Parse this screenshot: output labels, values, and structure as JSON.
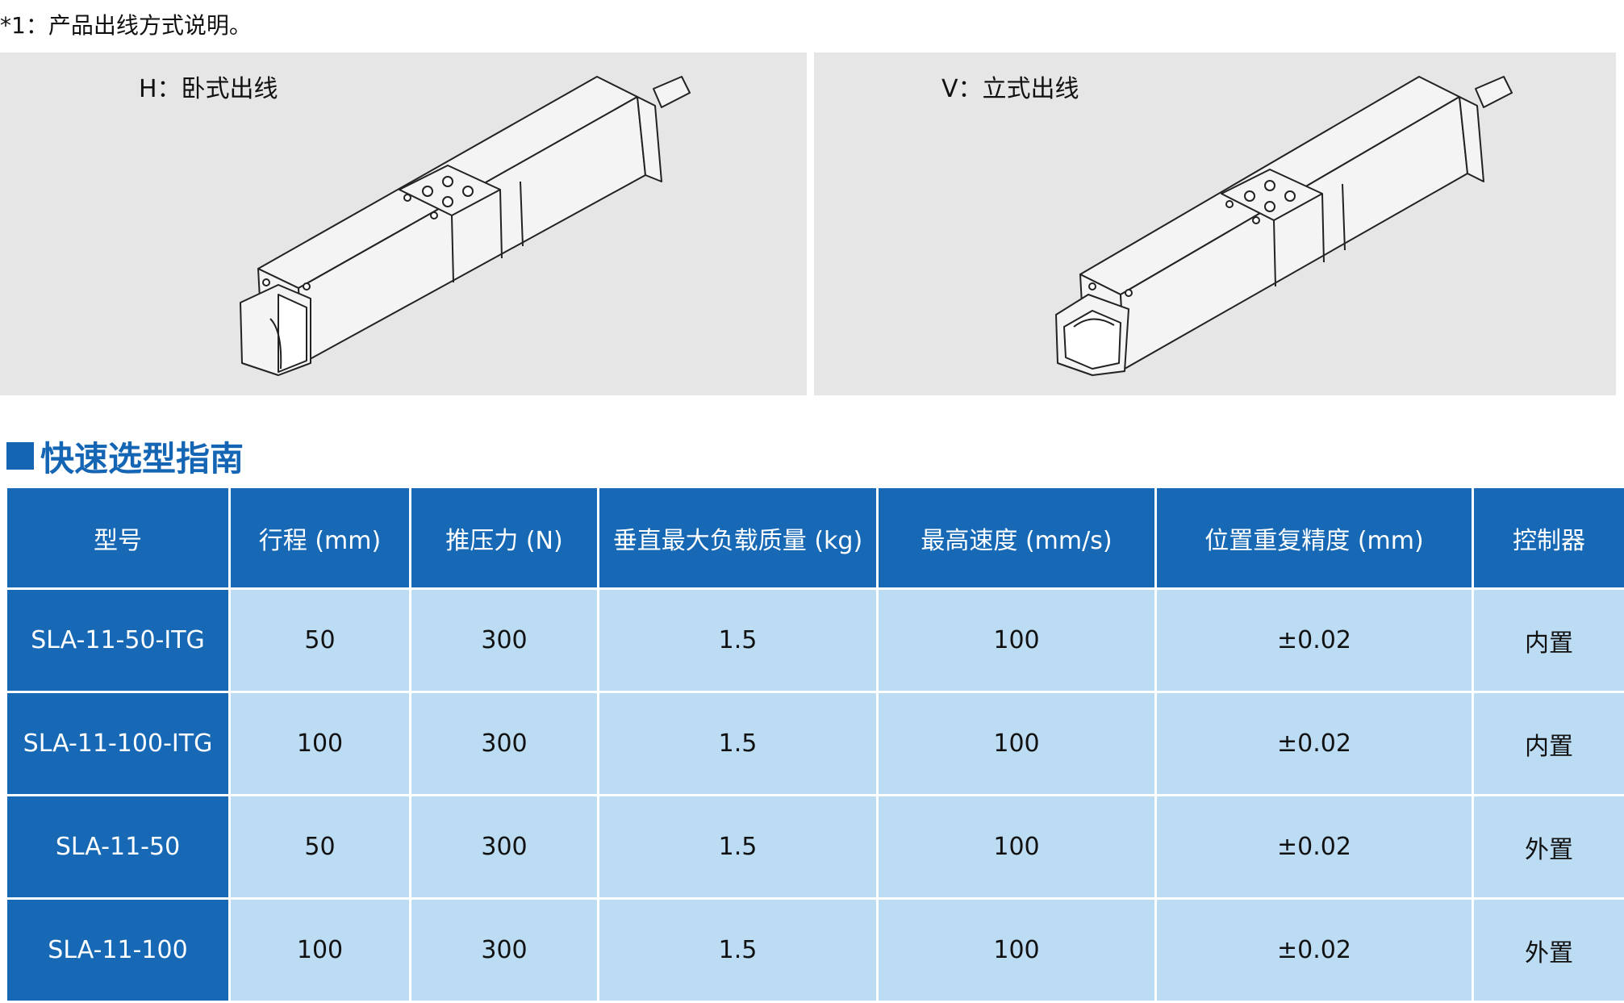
{
  "note": "*1：产品出线方式说明。",
  "panels": {
    "left_label": "H：卧式出线",
    "right_label": "V：立式出线"
  },
  "section_title": "快速选型指南",
  "colors": {
    "accent": "#1769b6",
    "cell": "#bcdcf3",
    "panel": "#e6e6e6"
  },
  "table": {
    "headers": [
      "型号",
      "行程 (mm)",
      "推压力 (N)",
      "垂直最大负载质量 (kg)",
      "最高速度 (mm/s)",
      "位置重复精度 (mm)",
      "控制器"
    ],
    "rows": [
      [
        "SLA-11-50-ITG",
        "50",
        "300",
        "1.5",
        "100",
        "±0.02",
        "内置"
      ],
      [
        "SLA-11-100-ITG",
        "100",
        "300",
        "1.5",
        "100",
        "±0.02",
        "内置"
      ],
      [
        "SLA-11-50",
        "50",
        "300",
        "1.5",
        "100",
        "±0.02",
        "外置"
      ],
      [
        "SLA-11-100",
        "100",
        "300",
        "1.5",
        "100",
        "±0.02",
        "外置"
      ]
    ]
  }
}
